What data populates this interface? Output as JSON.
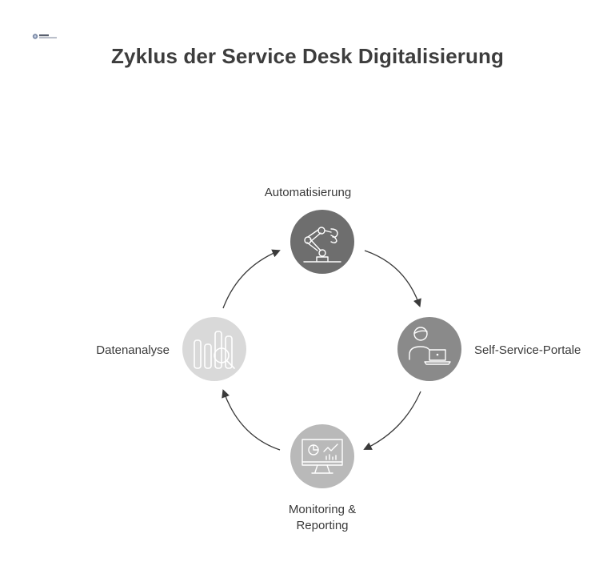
{
  "title": "Zyklus der Service Desk Digitalisierung",
  "logo": {
    "icon": "company-logo-icon"
  },
  "cycle": {
    "steps": [
      {
        "label": "Automatisierung",
        "icon": "robot-arm-icon",
        "color": "#6e6e6e"
      },
      {
        "label": "Self-Service-Portale",
        "icon": "user-laptop-icon",
        "color": "#8a8a8a"
      },
      {
        "label_line1": "Monitoring &",
        "label_line2": "Reporting",
        "icon": "monitor-chart-icon",
        "color": "#b9b9b9"
      },
      {
        "label": "Datenanalyse",
        "icon": "data-analysis-icon",
        "color": "#d9d9d9"
      }
    ],
    "arrow_color": "#3a3a3a"
  }
}
